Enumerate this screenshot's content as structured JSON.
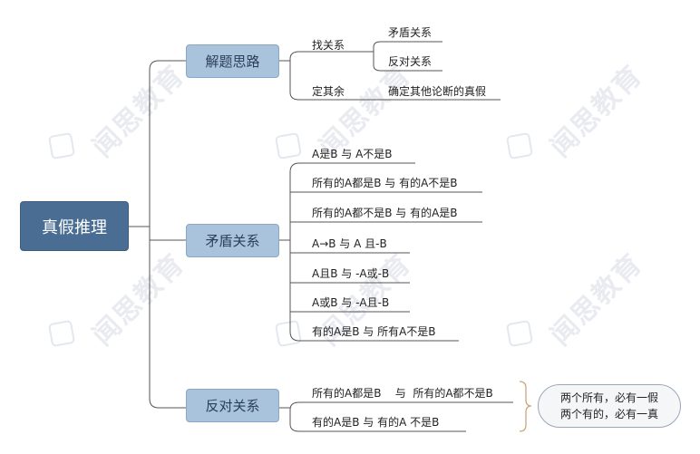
{
  "watermark": "闻思教育",
  "root": "真假推理",
  "branches": {
    "b1": {
      "label": "解题思路",
      "find": "找关系",
      "find_children": [
        "矛盾关系",
        "反对关系"
      ],
      "rest": "定其余",
      "rest_child": "确定其他论断的真假"
    },
    "b2": {
      "label": "矛盾关系",
      "items": [
        "A是B  与  A不是B",
        "所有的A都是B  与  有的A不是B",
        "所有的A都不是B  与  有的A是B",
        "A→B  与  A 且-B",
        "A且B  与  -A或-B",
        "A或B  与  -A且-B",
        "有的A是B  与  所有A不是B"
      ]
    },
    "b3": {
      "label": "反对关系",
      "items": [
        "所有的A都是B    与  所有的A都不是B",
        "有的A是B  与  有的A 不是B"
      ],
      "note": [
        "两个所有，必有一假",
        "两个有的，必有一真"
      ]
    }
  }
}
